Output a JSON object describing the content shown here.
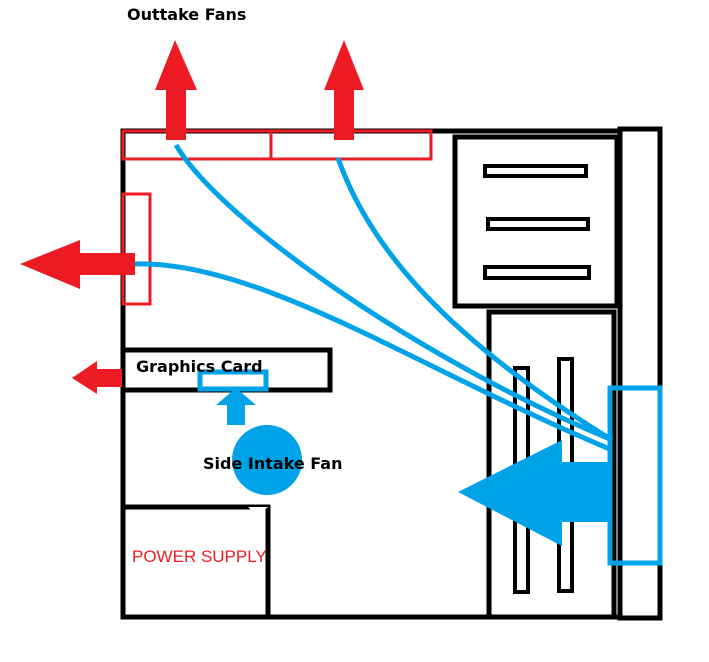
{
  "labels": {
    "outtake_fans": "Outtake Fans",
    "graphics_card": "Graphics Card",
    "side_intake_fan": "Side Intake Fan",
    "power_supply": "POWER SUPPLY"
  },
  "colors": {
    "case_outline": "#000000",
    "outtake": "#ed1c24",
    "intake": "#00a2e8",
    "background": "#ffffff"
  }
}
